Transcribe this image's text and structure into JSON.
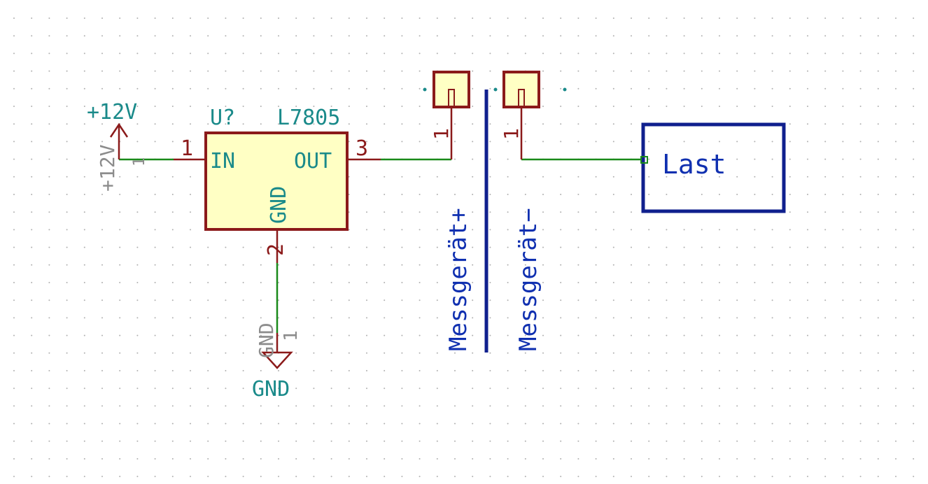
{
  "power": {
    "v12_label": "+12V",
    "v12_ref": "+12V",
    "v12_pin": "1",
    "gnd_label": "GND",
    "gnd_ref": "GND",
    "gnd_pin": "1"
  },
  "regulator": {
    "ref": "U?",
    "value": "L7805",
    "pin_in_name": "IN",
    "pin_out_name": "OUT",
    "pin_gnd_name": "GND",
    "pin_in_num": "1",
    "pin_out_num": "3",
    "pin_gnd_num": "2"
  },
  "connectors": [
    {
      "label": "Messgerät+",
      "pin": "1"
    },
    {
      "label": "Messgerät−",
      "pin": "1"
    }
  ],
  "load": {
    "label": "Last"
  },
  "colors": {
    "wire": "#1a8a1a",
    "symbol": "#8b1a1a",
    "body_fill": "#ffffc4",
    "field_teal": "#1a8a8a",
    "graphic_blue": "#10208e"
  }
}
